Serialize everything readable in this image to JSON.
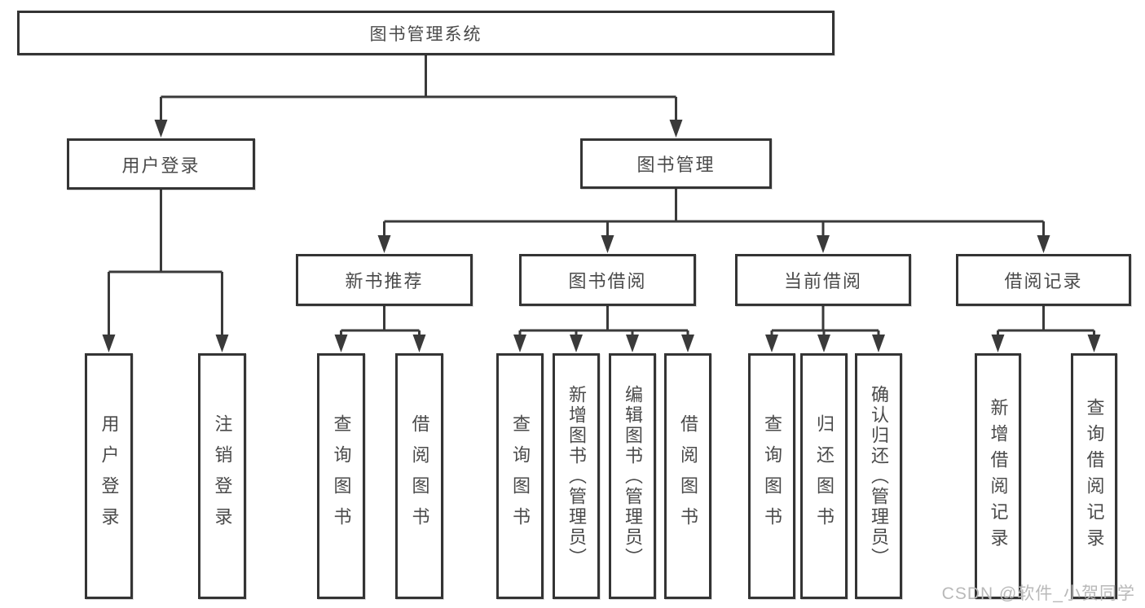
{
  "nodes": {
    "root": "图书管理系统",
    "user_login": "用户登录",
    "book_mgmt": "图书管理",
    "new_book_rec": "新书推荐",
    "book_borrow": "图书借阅",
    "current_borrow": "当前借阅",
    "borrow_records": "借阅记录",
    "leaf_user_login": "用户登录",
    "leaf_logout": "注销登录",
    "rec_query_book": "查询图书",
    "rec_borrow_book": "借阅图书",
    "bb_query_book": "查询图书",
    "bb_add_book": "新增图书（管理员）",
    "bb_edit_book": "编辑图书（管理员）",
    "bb_borrow_book": "借阅图书",
    "cb_query_book": "查询图书",
    "cb_return_book": "归还图书",
    "cb_confirm_return": "确认归还（管理员）",
    "br_add_record": "新增借阅记录",
    "br_query_record": "查询借阅记录"
  },
  "watermark": "CSDN @软件_小贺同学",
  "colors": {
    "line": "#3a3a3a",
    "box_border": "#343434",
    "text": "#4a4a4a",
    "watermark": "#b9b9b9",
    "background": "#ffffff"
  }
}
